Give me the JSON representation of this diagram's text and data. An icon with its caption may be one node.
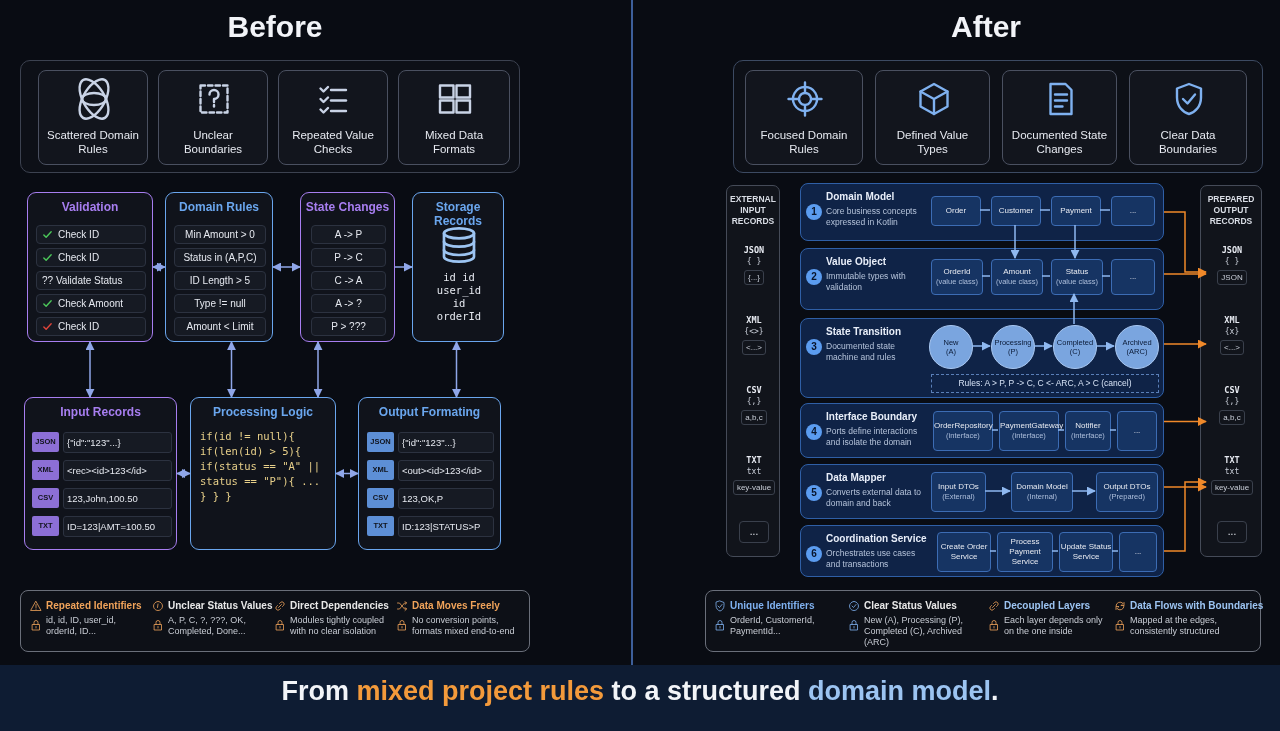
{
  "diagram": {
    "caption": "From **mixed project rules** to a structured **domain model**.",
    "nodes": [
      {
        "text": [
          "Before"
        ]
      },
      {
        "text": [
          "Scattered Domain Rules"
        ],
        "in": 0
      },
      {
        "text": [
          "Unclear Boundaries"
        ],
        "in": 0
      },
      {
        "text": [
          "Repeated Value Checks"
        ],
        "in": 0
      },
      {
        "text": [
          "Mixed Data Formats"
        ],
        "in": 0
      },
      {
        "text": [
          "Validation"
        ],
        "in": 0
      },
      {
        "text": [
          "Check ID"
        ],
        "in": 5
      },
      {
        "text": [
          "Check ID"
        ],
        "in": 5
      },
      {
        "text": [
          "?? Validate Status"
        ],
        "in": 5
      },
      {
        "text": [
          "Check Amoont"
        ],
        "in": 5
      },
      {
        "text": [
          "Check ID"
        ],
        "in": 5
      },
      {
        "text": [
          "Domain Rules"
        ],
        "in": 0
      },
      {
        "text": [
          "Min Amount > 0"
        ],
        "in": 11
      },
      {
        "text": [
          "Status in (A,P,C)"
        ],
        "in": 11
      },
      {
        "text": [
          "ID Length > 5"
        ],
        "in": 11
      },
      {
        "text": [
          "Type != null"
        ],
        "in": 11
      },
      {
        "text": [
          "Amount < Limit"
        ],
        "in": 11
      },
      {
        "text": [
          "State Changes"
        ],
        "in": 0
      },
      {
        "text": [
          "A -> P"
        ],
        "in": 17
      },
      {
        "text": [
          "P -> C"
        ],
        "in": 17
      },
      {
        "text": [
          "C -> A"
        ],
        "in": 17
      },
      {
        "text": [
          "A -> ?"
        ],
        "in": 17
      },
      {
        "text": [
          "P > ???"
        ],
        "in": 17
      },
      {
        "text": [
          "Storage Records"
        ],
        "in": 0
      },
      {
        "text": [],
        "shape": "cylinder",
        "in": 23
      },
      {
        "text": [
          "id id user_id id orderId"
        ],
        "in": 23
      },
      {
        "text": [
          "Input Records"
        ],
        "in": 0
      },
      {
        "text": [
          "{\"id\":\"123\"...}"
        ],
        "in": 26
      },
      {
        "text": [
          "<rec><id>123</id>"
        ],
        "in": 26
      },
      {
        "text": [
          "123,John,100.50"
        ],
        "in": 26
      },
      {
        "text": [
          "ID=123|AMT=100.50"
        ],
        "in": 26
      },
      {
        "text": [
          "Processing Logic"
        ],
        "in": 0
      },
      {
        "text": [
          "if(id != null){ if(len(id) > 5){ if(status == \"A\" || status == \"P\"){ ... } } }"
        ],
        "in": 31
      },
      {
        "text": [
          "Output Formating"
        ],
        "in": 0
      },
      {
        "text": [
          "{\"id\":\"123\"...}"
        ],
        "in": 33
      },
      {
        "text": [
          "<out><id>123</id>"
        ],
        "in": 33
      },
      {
        "text": [
          "123,OK,P"
        ],
        "in": 33
      },
      {
        "text": [
          "ID:123|STATUS>P"
        ],
        "in": 33
      },
      {
        "text": [
          "Repeated Identifiers",
          "id, id, ID, user_id, orderId, ID..."
        ],
        "in": 0
      },
      {
        "text": [
          "Unclear Status Values",
          "A, P, C, ?, ???, OK, Completed, Done..."
        ],
        "in": 0
      },
      {
        "text": [
          "Direct Dependencies",
          "Modules tightly coupled with no clear isolation"
        ],
        "in": 0
      },
      {
        "text": [
          "Data Moves Freely",
          "No conversion points, formats mixed end-to-end"
        ],
        "in": 0
      },
      {
        "text": [
          "After"
        ]
      },
      {
        "text": [
          "Focused Domain Rules"
        ],
        "in": 42
      },
      {
        "text": [
          "Defined Value Types"
        ],
        "in": 42
      },
      {
        "text": [
          "Documented State Changes"
        ],
        "in": 42
      },
      {
        "text": [
          "Clear Data Boundaries"
        ],
        "in": 42
      },
      {
        "text": [
          "EXTERNAL INPUT RECORDS"
        ],
        "in": 42
      },
      {
        "text": [
          "JSON",
          "{ }",
          "{...}"
        ],
        "in": 47
      },
      {
        "text": [
          "XML",
          "{<>}",
          "<...>"
        ],
        "in": 47
      },
      {
        "text": [
          "CSV",
          "{,}",
          "a,b,c"
        ],
        "in": 47
      },
      {
        "text": [
          "TXT",
          "txt",
          "key-value"
        ],
        "in": 47
      },
      {
        "text": [
          "..."
        ],
        "in": 47
      },
      {
        "text": [
          "1",
          "Domain Model",
          "Core business concepts expressed in Kotlin"
        ],
        "in": 42
      },
      {
        "text": [
          "Order"
        ],
        "in": 53
      },
      {
        "text": [
          "Customer"
        ],
        "in": 53
      },
      {
        "text": [
          "Payment"
        ],
        "in": 53
      },
      {
        "text": [
          "..."
        ],
        "in": 53
      },
      {
        "text": [
          "2",
          "Value Object",
          "Immutable types with validation"
        ],
        "in": 42
      },
      {
        "text": [
          "OrderId",
          "(value class)"
        ],
        "in": 58
      },
      {
        "text": [
          "Amount",
          "(value class)"
        ],
        "in": 58
      },
      {
        "text": [
          "Status",
          "(value class)"
        ],
        "in": 58
      },
      {
        "text": [
          "..."
        ],
        "in": 58
      },
      {
        "text": [
          "3",
          "State Transition",
          "Documented state machine and rules"
        ],
        "in": 42
      },
      {
        "text": [
          "New",
          "(A)"
        ],
        "in": 63
      },
      {
        "text": [
          "Processing",
          "(P)"
        ],
        "in": 63
      },
      {
        "text": [
          "Completed",
          "(C)"
        ],
        "in": 63
      },
      {
        "text": [
          "Archived",
          "(ARC)"
        ],
        "in": 63
      },
      {
        "text": [
          "Rules: A > P, P -> C, C <- ARC, A > C (cancel)"
        ],
        "in": 63
      },
      {
        "text": [
          "4",
          "Interface Boundary",
          "Ports define interactions and isolate the domain"
        ],
        "in": 42
      },
      {
        "text": [
          "OrderRepository",
          "(interface)"
        ],
        "in": 69
      },
      {
        "text": [
          "PaymentGateway",
          "(interface)"
        ],
        "in": 69
      },
      {
        "text": [
          "Notifier",
          "(interface)"
        ],
        "in": 69
      },
      {
        "text": [
          "..."
        ],
        "in": 69
      },
      {
        "text": [
          "5",
          "Data Mapper",
          "Converts external data to domain and back"
        ],
        "in": 42
      },
      {
        "text": [
          "Input DTOs",
          "(External)"
        ],
        "in": 74
      },
      {
        "text": [
          "Domain Model",
          "(Internal)"
        ],
        "in": 74
      },
      {
        "text": [
          "Output DTOs",
          "(Prepared)"
        ],
        "in": 74
      },
      {
        "text": [
          "6",
          "Coordination Service",
          "Orchestrates use cases and transactions"
        ],
        "in": 42
      },
      {
        "text": [
          "Create Order Service"
        ],
        "in": 78
      },
      {
        "text": [
          "Process Payment Service"
        ],
        "in": 78
      },
      {
        "text": [
          "Update Status Service"
        ],
        "in": 78
      },
      {
        "text": [
          "..."
        ],
        "in": 78
      },
      {
        "text": [
          "PREPARED OUTPUT RECORDS"
        ],
        "in": 42
      },
      {
        "text": [
          "JSON",
          "{ }",
          "JSON"
        ],
        "in": 83
      },
      {
        "text": [
          "XML",
          "{x}",
          "<...>"
        ],
        "in": 83
      },
      {
        "text": [
          "CSV",
          "{,}",
          "a,b,c"
        ],
        "in": 83
      },
      {
        "text": [
          "TXT",
          "txt",
          "key-value"
        ],
        "in": 83
      },
      {
        "text": [
          "..."
        ],
        "in": 83
      },
      {
        "text": [
          "Unique Identifiers",
          "OrderId, CustomerId, PaymentId..."
        ],
        "in": 42
      },
      {
        "text": [
          "Clear Status Values",
          "New (A), Processing (P), Completed (C), Archived (ARC)"
        ],
        "in": 42
      },
      {
        "text": [
          "Decoupled Layers",
          "Each layer depends only on the one inside"
        ],
        "in": 42
      },
      {
        "text": [
          "Data Flows with Boundaries",
          "Mapped at the edges, consistently structured"
        ],
        "in": 42
      }
    ],
    "edges": [
      {
        "from": 5,
        "to": 11,
        "arrow": "both"
      },
      {
        "from": 11,
        "to": 17,
        "arrow": "both"
      },
      {
        "from": 17,
        "to": 23,
        "arrow": "to"
      },
      {
        "from": 5,
        "to": 26,
        "arrow": "both"
      },
      {
        "from": 11,
        "to": 31,
        "arrow": "both"
      },
      {
        "from": 17,
        "to": 31,
        "arrow": "both"
      },
      {
        "from": 23,
        "to": 33,
        "arrow": "both"
      },
      {
        "from": 26,
        "to": 31,
        "arrow": "both"
      },
      {
        "from": 31,
        "to": 33,
        "arrow": "both"
      },
      {
        "from": 54,
        "to": 55,
        "arrow": "none"
      },
      {
        "from": 55,
        "to": 56,
        "arrow": "none"
      },
      {
        "from": 56,
        "to": 57,
        "arrow": "none"
      },
      {
        "from": 55,
        "to": 60,
        "arrow": "to"
      },
      {
        "from": 56,
        "to": 61,
        "arrow": "to"
      },
      {
        "from": 59,
        "to": 60,
        "arrow": "none"
      },
      {
        "from": 60,
        "to": 61,
        "arrow": "none"
      },
      {
        "from": 61,
        "to": 62,
        "arrow": "none"
      },
      {
        "from": 66,
        "to": 61,
        "arrow": "to"
      },
      {
        "from": 64,
        "to": 65,
        "arrow": "to"
      },
      {
        "from": 65,
        "to": 66,
        "arrow": "to"
      },
      {
        "from": 66,
        "to": 67,
        "arrow": "to"
      },
      {
        "from": 70,
        "to": 71,
        "arrow": "none"
      },
      {
        "from": 71,
        "to": 72,
        "arrow": "none"
      },
      {
        "from": 72,
        "to": 73,
        "arrow": "none"
      },
      {
        "from": 75,
        "to": 76,
        "arrow": "to"
      },
      {
        "from": 76,
        "to": 77,
        "arrow": "to"
      },
      {
        "from": 79,
        "to": 80,
        "arrow": "none"
      },
      {
        "from": 80,
        "to": 81,
        "arrow": "none"
      },
      {
        "from": 81,
        "to": 82,
        "arrow": "none"
      },
      {
        "from": 53,
        "to": 84,
        "arrow": "to",
        "color": "#f0892a"
      },
      {
        "from": 58,
        "to": 84,
        "arrow": "to",
        "color": "#f0892a"
      },
      {
        "from": 63,
        "to": 85,
        "arrow": "to",
        "color": "#f0892a"
      },
      {
        "from": 69,
        "to": 86,
        "arrow": "to",
        "color": "#f0892a"
      },
      {
        "from": 74,
        "to": 87,
        "arrow": "to",
        "color": "#f0892a"
      },
      {
        "from": 78,
        "to": 87,
        "arrow": "to",
        "color": "#f0892a"
      }
    ],
    "labels": [
      "JSON",
      "XML",
      "CSV",
      "TXT",
      "JSON",
      "XML",
      "CSV",
      "TXT"
    ]
  }
}
